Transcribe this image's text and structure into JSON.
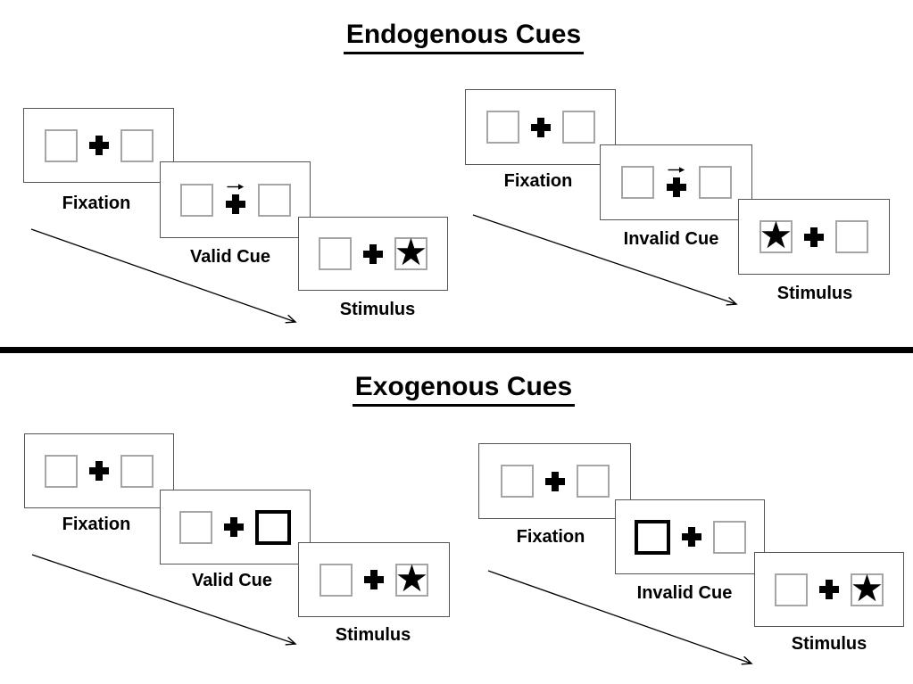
{
  "colors": {
    "background": "#ffffff",
    "frame_border": "#555555",
    "placeholder_box_border": "#a6a6a6",
    "cue_box_border": "#000000",
    "symbol": "#000000",
    "divider": "#000000",
    "text": "#000000"
  },
  "symbols": {
    "star": "★"
  },
  "sections": [
    {
      "title": "Endogenous Cues",
      "panels": [
        {
          "name": "endogenous-valid",
          "frame_labels": [
            "Fixation",
            "Valid Cue",
            "Stimulus"
          ],
          "cue": "central arrow pointing right above fixation cross",
          "stimulus_position": "right"
        },
        {
          "name": "endogenous-invalid",
          "frame_labels": [
            "Fixation",
            "Invalid Cue",
            "Stimulus"
          ],
          "cue": "central arrow pointing right above fixation cross",
          "stimulus_position": "left"
        }
      ]
    },
    {
      "title": "Exogenous Cues",
      "panels": [
        {
          "name": "exogenous-valid",
          "frame_labels": [
            "Fixation",
            "Valid Cue",
            "Stimulus"
          ],
          "cue": "right peripheral box thickened",
          "stimulus_position": "right"
        },
        {
          "name": "exogenous-invalid",
          "frame_labels": [
            "Fixation",
            "Invalid Cue",
            "Stimulus"
          ],
          "cue": "left peripheral box thickened",
          "stimulus_position": "right"
        }
      ]
    }
  ]
}
